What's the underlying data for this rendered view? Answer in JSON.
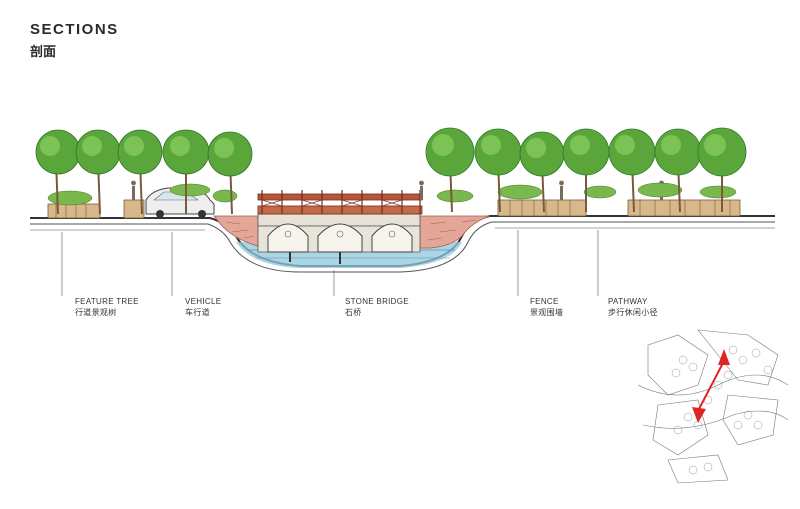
{
  "header": {
    "title": "SECTIONS",
    "subtitle": "剖面"
  },
  "labels": [
    {
      "id": "feature-tree",
      "en": "FEATURE TREE",
      "cn": "行道景观树"
    },
    {
      "id": "vehicle",
      "en": "VEHICLE",
      "cn": "车行道"
    },
    {
      "id": "stone-bridge",
      "en": "STONE BRIDGE",
      "cn": "石桥"
    },
    {
      "id": "fence",
      "en": "FENCE",
      "cn": "景观围墙"
    },
    {
      "id": "pathway",
      "en": "PATHWAY",
      "cn": "步行休闲小径"
    }
  ],
  "colors": {
    "tree": "#5aa63a",
    "tree_dark": "#2f7a2a",
    "trunk": "#7a5a3a",
    "bridge": "#b8563a",
    "water": "#8fc6dc",
    "stone": "#e3a79a",
    "ground": "#333333",
    "keymap_arrow": "#e02424"
  }
}
